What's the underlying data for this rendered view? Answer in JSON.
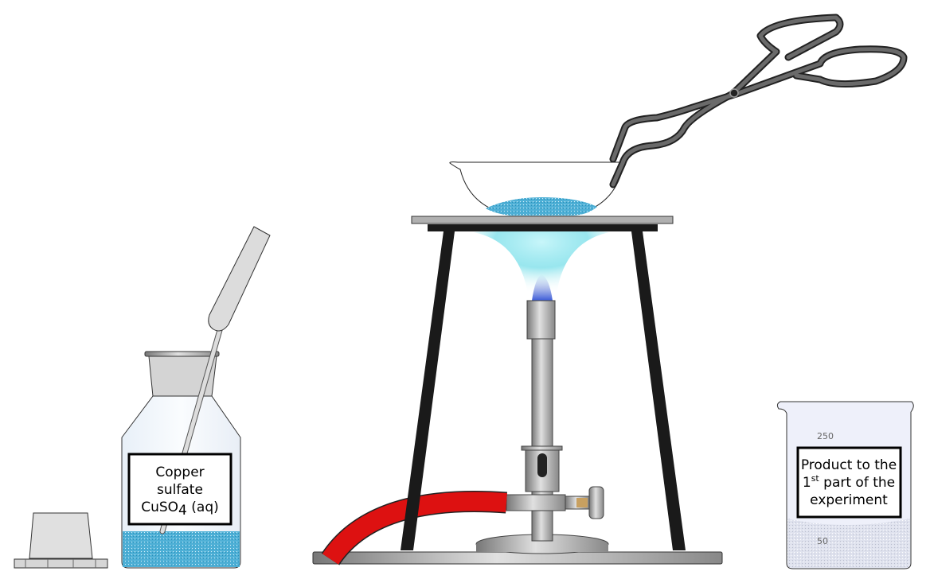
{
  "bottle": {
    "label_line1": "Copper",
    "label_line2": "sulfate",
    "label_formula": "CuSO",
    "label_subscript": "4",
    "label_state": " (aq)"
  },
  "beaker": {
    "label_line1": "Product to the",
    "label_ordinal_number": "1",
    "label_ordinal_suffix": "st",
    "label_line2_rest": " part of the",
    "label_line3": "experiment",
    "graduation_top": "250",
    "graduation_bottom": "50"
  },
  "colors": {
    "solution": "#4fb0d6",
    "hose": "#dd1111",
    "tripod": "#1a1a1a",
    "flame": "#7fe0ea",
    "beaker_glass": "#eef0fa"
  }
}
